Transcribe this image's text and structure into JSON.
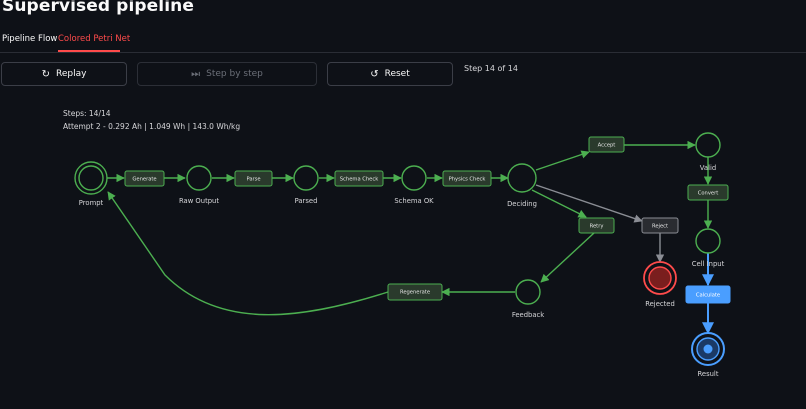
{
  "page": {
    "title": "Supervised pipeline"
  },
  "tabs": [
    {
      "label": "Pipeline Flow"
    },
    {
      "label": "Colored Petri Net"
    }
  ],
  "controls": {
    "replay_label": "Replay",
    "step_label": "Step by step",
    "reset_label": "Reset",
    "step_status": "Step 14 of 14"
  },
  "status": {
    "steps": "Steps: 14/14",
    "attempt": "Attempt 2 - 0.292 Ah | 1.049 Wh | 143.0 Wh/kg"
  },
  "colors": {
    "background": "#0e1117",
    "active": "#4caf50",
    "rejected": "#ff4b4b",
    "result": "#4a9eff",
    "inactive": "#8a8d94"
  },
  "net": {
    "places": [
      {
        "id": "prompt",
        "label": "Prompt"
      },
      {
        "id": "raw_output",
        "label": "Raw Output"
      },
      {
        "id": "parsed",
        "label": "Parsed"
      },
      {
        "id": "schema_ok",
        "label": "Schema OK"
      },
      {
        "id": "deciding",
        "label": "Deciding"
      },
      {
        "id": "valid",
        "label": "Valid"
      },
      {
        "id": "cell_input",
        "label": "Cell Input"
      },
      {
        "id": "rejected",
        "label": "Rejected"
      },
      {
        "id": "feedback",
        "label": "Feedback"
      },
      {
        "id": "result",
        "label": "Result"
      }
    ],
    "transitions": [
      {
        "id": "generate",
        "label": "Generate"
      },
      {
        "id": "parse",
        "label": "Parse"
      },
      {
        "id": "schema_check",
        "label": "Schema Check"
      },
      {
        "id": "physics_check",
        "label": "Physics Check"
      },
      {
        "id": "accept",
        "label": "Accept"
      },
      {
        "id": "convert",
        "label": "Convert"
      },
      {
        "id": "calculate",
        "label": "Calculate"
      },
      {
        "id": "retry",
        "label": "Retry"
      },
      {
        "id": "reject",
        "label": "Reject"
      },
      {
        "id": "regenerate",
        "label": "Regenerate"
      }
    ]
  }
}
